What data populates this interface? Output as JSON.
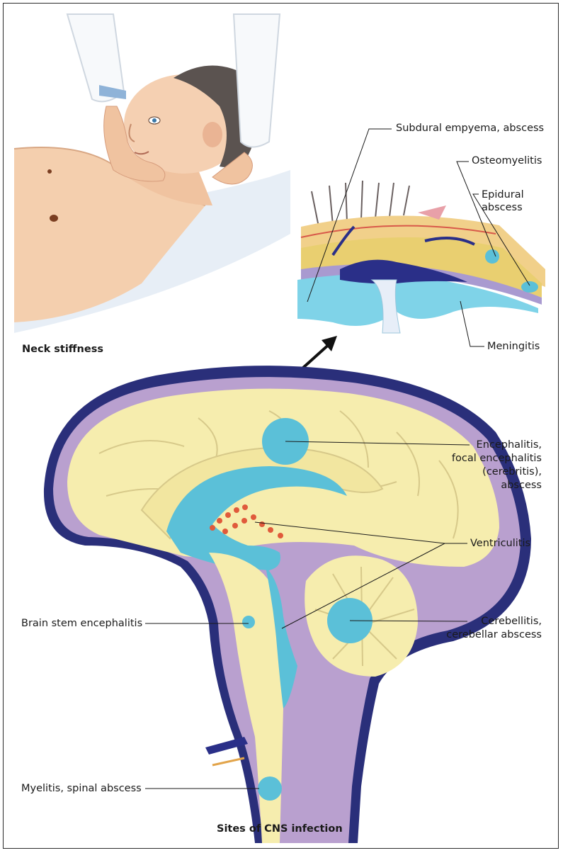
{
  "figure": {
    "caption_top": "Neck stiffness",
    "caption_bottom": "Sites of CNS infection"
  },
  "labels": {
    "subdural": "Subdural empyema, abscess",
    "osteomyelitis": "Osteomyelitis",
    "epidural_line1": "Epidural",
    "epidural_line2": "abscess",
    "meningitis": "Meningitis",
    "encephalitis_line1": "Encephalitis,",
    "encephalitis_line2": "focal encephalitis",
    "encephalitis_line3": "(cerebritis),",
    "encephalitis_line4": "abscess",
    "ventriculitis": "Ventriculitis",
    "brainstem": "Brain stem encephalitis",
    "cerebellitis_line1": "Cerebellitis,",
    "cerebellitis_line2": "cerebellar abscess",
    "myelitis": "Myelitis, spinal abscess"
  },
  "colors": {
    "dura": "#2a2f7a",
    "csf_space": "#b9a0cf",
    "brain": "#f6edae",
    "ventricle": "#5bc0d8",
    "plexus": "#e05a3b",
    "skin": "#f2c9a8"
  }
}
